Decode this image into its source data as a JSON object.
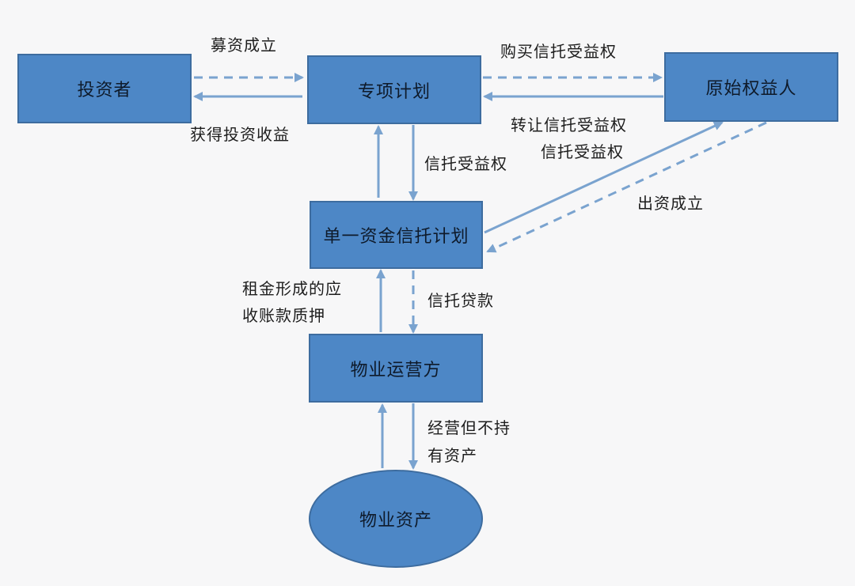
{
  "nodes": {
    "investor": "投资者",
    "special_plan": "专项计划",
    "original_holder": "原始权益人",
    "single_trust": "单一资金信托计划",
    "property_operator": "物业运营方",
    "property_asset": "物业资产"
  },
  "edges": {
    "raise_funds": "募资成立",
    "get_returns": "获得投资收益",
    "buy_beneficial": "购买信托受益权",
    "transfer_beneficial": "转让信托受益权",
    "beneficial_right_to_holder": "信托受益权",
    "beneficial_right_down": "信托受益权",
    "contribute": "出资成立",
    "pledge_line1": "租金形成的应",
    "pledge_line2": "收账款质押",
    "trust_loan": "信托贷款",
    "operate_line1": "经营但不持",
    "operate_line2": "有资产"
  },
  "colors": {
    "box_fill": "#4d87c6",
    "box_border": "#3d6c9f",
    "arrow": "#7aa3cf",
    "background": "#f7f7f8"
  }
}
